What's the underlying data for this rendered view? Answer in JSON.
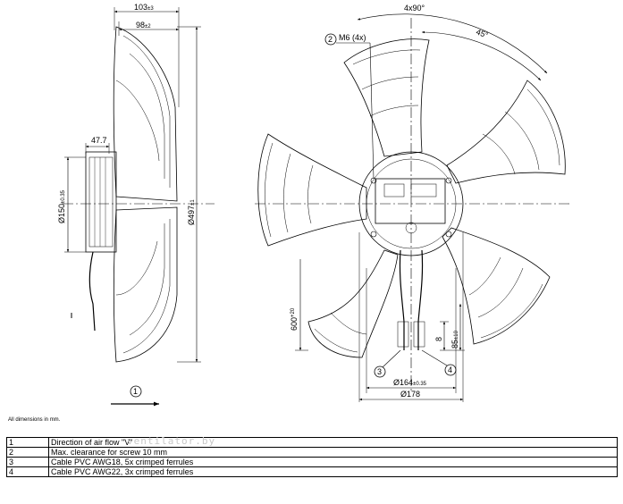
{
  "side_view": {
    "dim_top_outer": "103",
    "dim_top_outer_tol": "±3",
    "dim_top_inner": "98",
    "dim_top_inner_tol": "±2",
    "dim_hub_depth": "47.7",
    "dim_hub_dia": "Ø150",
    "dim_hub_dia_tol": "±0.35",
    "dim_overall_dia": "Ø497",
    "dim_overall_dia_tol": "±1",
    "callout_1": "1"
  },
  "front_view": {
    "dim_angle_pitch": "4x90°",
    "dim_angle_offset": "45°",
    "callout_2": "2",
    "callout_2_text": "M6 (4x)",
    "dim_cable_len": "600",
    "dim_cable_len_tol": "+20",
    "dim_8": "8",
    "dim_85": "85",
    "dim_85_tol": "±10",
    "callout_3": "3",
    "callout_4": "4",
    "dim_bolt_circle": "Ø164",
    "dim_bolt_circle_tol": "±0.35",
    "dim_mount_dia": "Ø178"
  },
  "note": "All dimensions in mm.",
  "legend": [
    {
      "num": "1",
      "text": "Direction of air flow \"V\""
    },
    {
      "num": "2",
      "text": "Max. clearance for screw 10 mm"
    },
    {
      "num": "3",
      "text": "Cable PVC AWG18, 5x crimped ferrules"
    },
    {
      "num": "4",
      "text": "Cable PVC AWG22, 3x crimped ferrules"
    }
  ],
  "watermark": "ventilator.by"
}
